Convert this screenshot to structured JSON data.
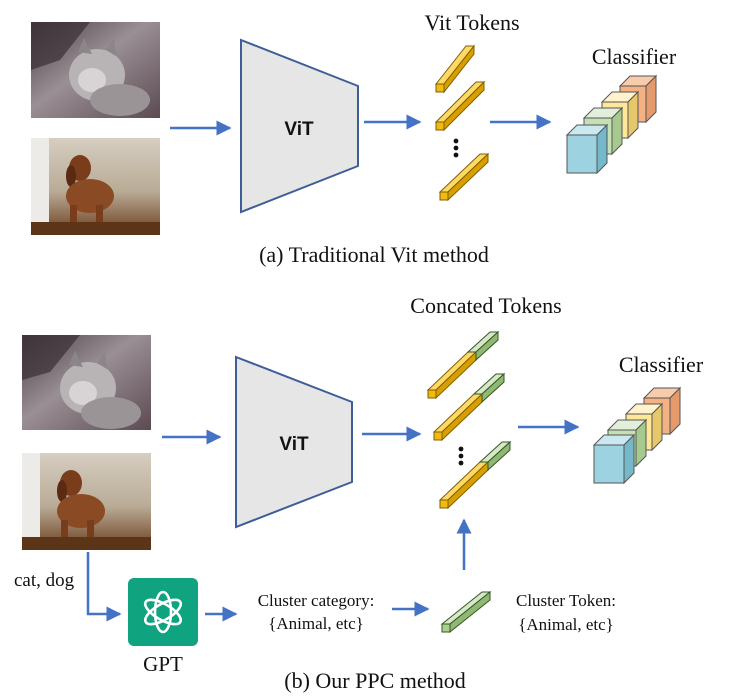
{
  "panel_a": {
    "caption": "(a) Traditional Vit method",
    "vit_label": "ViT",
    "tokens_title": "Vit Tokens",
    "classifier_title": "Classifier",
    "images": [
      "cat-photo",
      "dog-photo"
    ]
  },
  "panel_b": {
    "caption": "(b) Our PPC method",
    "vit_label": "ViT",
    "tokens_title": "Concated Tokens",
    "classifier_title": "Classifier",
    "input_labels": "cat, dog",
    "gpt_label": "GPT",
    "cluster_category_line1": "Cluster category:",
    "cluster_category_line2": "{Animal, etc}",
    "cluster_token_line1": "Cluster Token:",
    "cluster_token_line2": "{Animal, etc}"
  },
  "colors": {
    "arrow": "#4472c4",
    "vit_fill": "#e6e6e6",
    "vit_stroke": "#3f5d96",
    "token_yellow": "#f2b90f",
    "token_green": "#a9d08e",
    "cube_blue": "#9dd3e0",
    "cube_green": "#c5e0b4",
    "cube_yellow": "#ffe699",
    "cube_orange": "#f4b183",
    "gpt_green": "#10a37f"
  }
}
